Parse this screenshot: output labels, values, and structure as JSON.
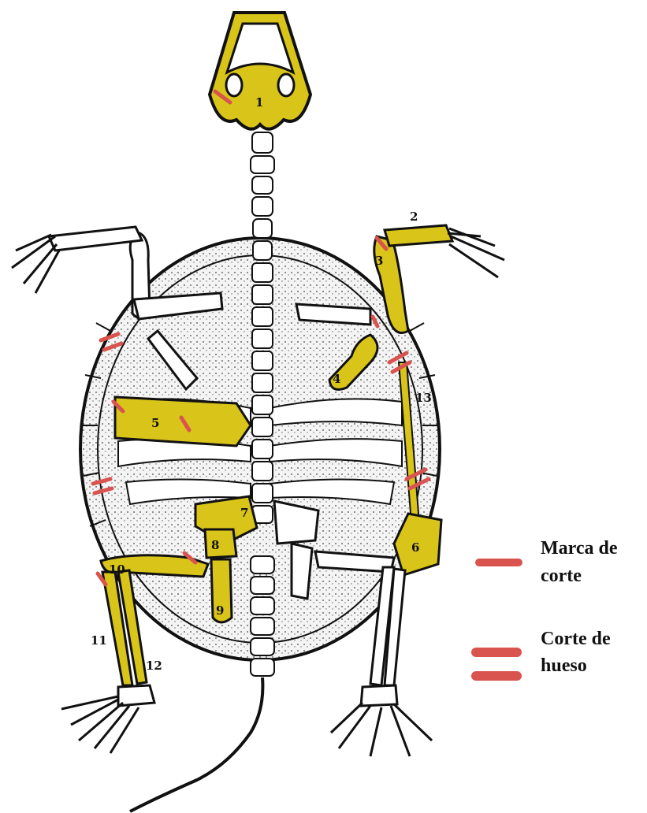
{
  "colors": {
    "highlight": "#d9c41a",
    "cut": "#d9534f",
    "bone": "#ffffff",
    "outline": "#111111",
    "shell_fill": "#eeeeee"
  },
  "labels": {
    "n1": "1",
    "n2": "2",
    "n3": "3",
    "n4": "4",
    "n5": "5",
    "n6": "6",
    "n7": "7",
    "n8": "8",
    "n9": "9",
    "n10": "10",
    "n11": "11",
    "n12": "12",
    "n13": "13"
  },
  "legend": {
    "mark_line1": "Marca de",
    "mark_line2": "corte",
    "cut_line1": "Corte de",
    "cut_line2": "hueso"
  }
}
